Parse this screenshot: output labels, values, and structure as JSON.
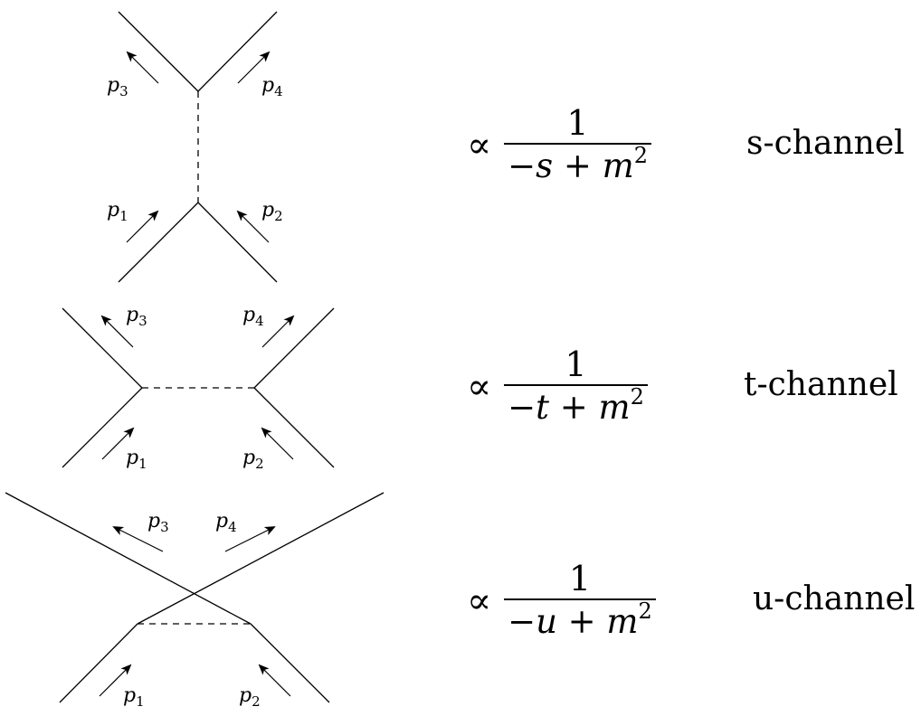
{
  "diagrams": [
    {
      "id": "s",
      "momenta": [
        "p3",
        "p4",
        "p1",
        "p2"
      ],
      "proportional_symbol": "∝",
      "numerator": "1",
      "denominator": "−s + m",
      "exponent": "2",
      "channel_label": "s-channel"
    },
    {
      "id": "t",
      "momenta": [
        "p3",
        "p4",
        "p1",
        "p2"
      ],
      "proportional_symbol": "∝",
      "numerator": "1",
      "denominator": "−t + m",
      "exponent": "2",
      "channel_label": "t-channel"
    },
    {
      "id": "u",
      "momenta": [
        "p3",
        "p4",
        "p1",
        "p2"
      ],
      "proportional_symbol": "∝",
      "numerator": "1",
      "denominator": "−u + m",
      "exponent": "2",
      "channel_label": "u-channel"
    }
  ],
  "momentum_labels": {
    "p1": {
      "base": "p",
      "sub": "1"
    },
    "p2": {
      "base": "p",
      "sub": "2"
    },
    "p3": {
      "base": "p",
      "sub": "3"
    },
    "p4": {
      "base": "p",
      "sub": "4"
    }
  }
}
